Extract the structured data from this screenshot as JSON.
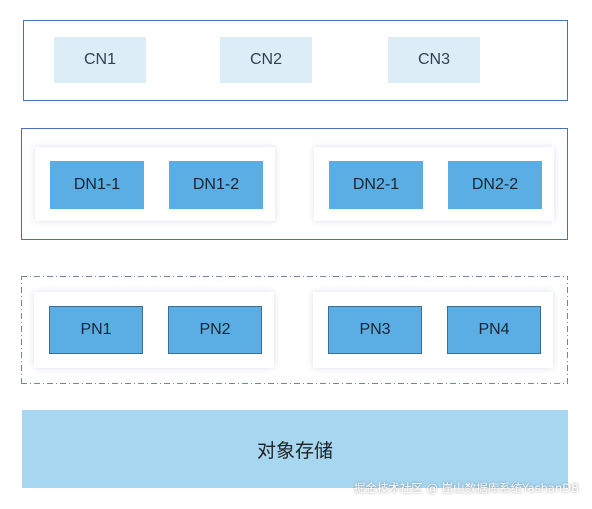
{
  "cn_layer": {
    "nodes": [
      {
        "label": "CN1"
      },
      {
        "label": "CN2"
      },
      {
        "label": "CN3"
      }
    ]
  },
  "dn_layer": {
    "groups": [
      {
        "nodes": [
          {
            "label": "DN1-1"
          },
          {
            "label": "DN1-2"
          }
        ]
      },
      {
        "nodes": [
          {
            "label": "DN2-1"
          },
          {
            "label": "DN2-2"
          }
        ]
      }
    ]
  },
  "pn_layer": {
    "groups": [
      {
        "nodes": [
          {
            "label": "PN1"
          },
          {
            "label": "PN2"
          }
        ]
      },
      {
        "nodes": [
          {
            "label": "PN3"
          },
          {
            "label": "PN4"
          }
        ]
      }
    ]
  },
  "storage": {
    "label": "对象存储"
  },
  "watermark": {
    "text": "掘金技术社区 @ 崖山数据库系统YashanDB"
  },
  "colors": {
    "layer_border": "#4a6fc0",
    "cn_fill": "#dcedf8",
    "node_fill": "#5aaee3",
    "storage_fill": "#a6d6f0"
  }
}
